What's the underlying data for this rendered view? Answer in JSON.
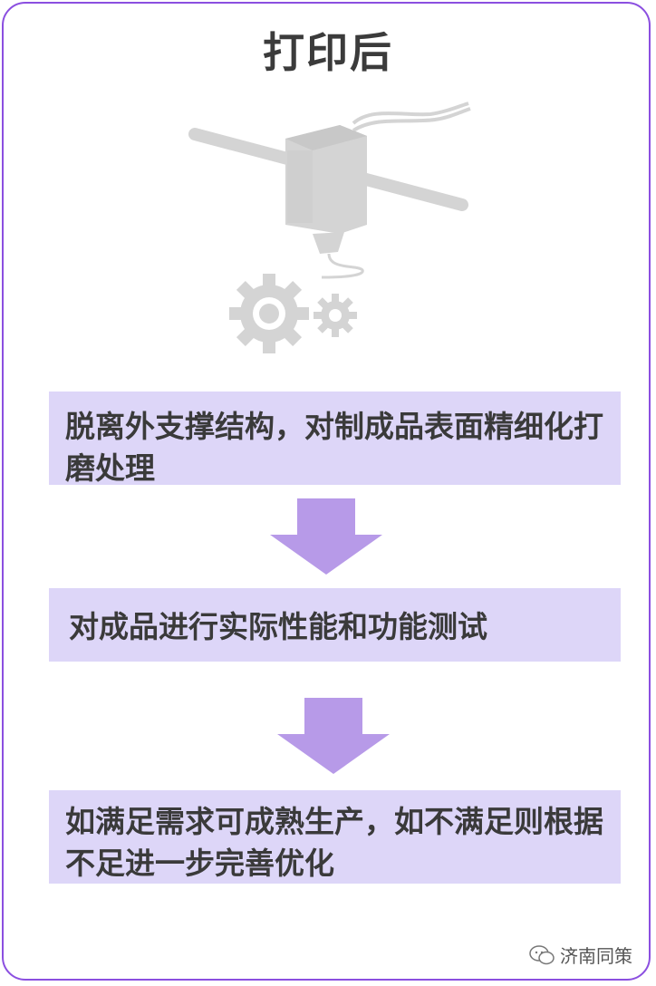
{
  "title": "打印后",
  "steps": [
    {
      "text": "脱离外支撑结构，对制成品表面精细化打磨处理"
    },
    {
      "text": "对成品进行实际性能和功能测试"
    },
    {
      "text": "如满足需求可成熟生产，如不满足则根据不足进一步完善优化"
    }
  ],
  "watermark": "济南同策",
  "colors": {
    "border": "#8b4fe0",
    "box": "#ddd6f8",
    "arrow": "#b79ae8",
    "icon": "#d4d4d4"
  },
  "icons": [
    "3d-printer-icon",
    "gear-icon",
    "wechat-icon"
  ]
}
